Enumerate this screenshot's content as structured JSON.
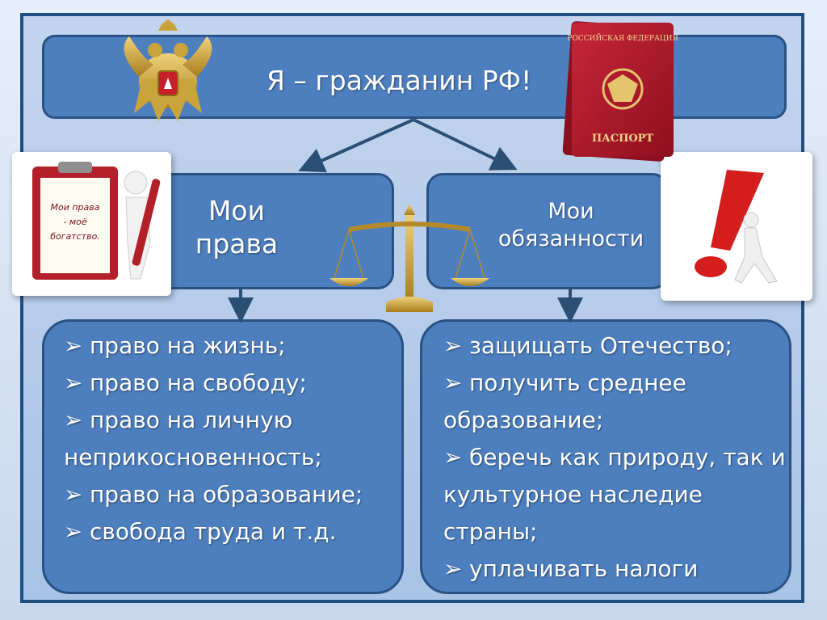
{
  "title": "Я – гражданин РФ!",
  "rights": {
    "label": "Мои права",
    "items": [
      "право на жизнь;",
      "право на свободу;",
      "право на личную неприкосновенность;",
      "право на образование;",
      "свобода труда и т.д."
    ]
  },
  "duties": {
    "label": "Мои обязанности",
    "items": [
      "защищать Отечество;",
      "получить среднее образование;",
      "беречь как природу, так и культурное наследие страны;",
      "уплачивать налоги"
    ]
  },
  "clipboard_note": "Мои права - моё богатство.",
  "passport": {
    "top": "РОССИЙСКАЯ ФЕДЕРАЦИЯ",
    "bottom": "ПАСПОРТ"
  },
  "icons": [
    "coat-of-arms-icon",
    "passport-icon",
    "clipboard-icon",
    "exclamation-icon",
    "scales-icon",
    "bullet-arrow-icon"
  ],
  "colors": {
    "box_fill": "#4d7fbf",
    "box_border": "#2a5284",
    "frame_border": "#1f4f80",
    "arrow": "#2b4f74",
    "passport_red": "#b5172b",
    "exclamation_red": "#d41e1e",
    "gold": "#c9a43a"
  }
}
